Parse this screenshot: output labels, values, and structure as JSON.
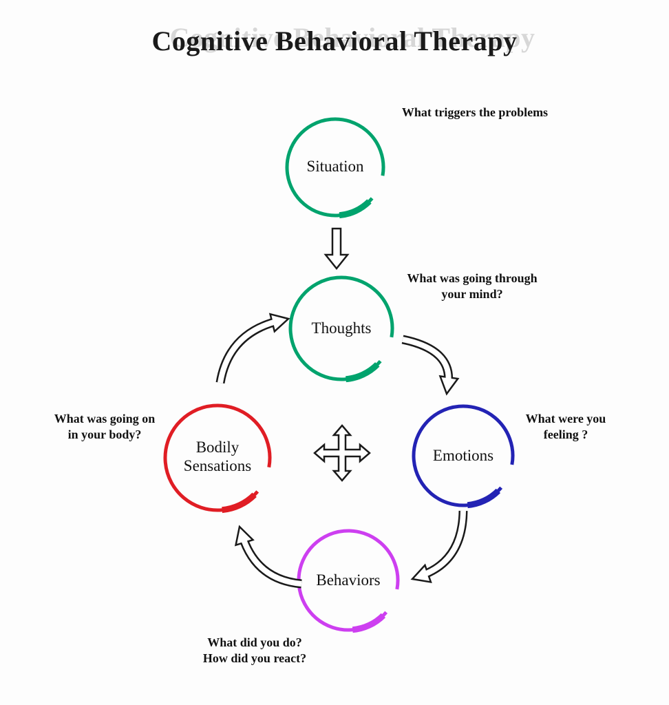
{
  "title": "Cognitive Behavioral Therapy",
  "center_icon": "four-direction-arrows",
  "nodes": [
    {
      "label": "Situation",
      "color": "#00a36d",
      "annotation": "What triggers the problems"
    },
    {
      "label": "Thoughts",
      "color": "#00a36d",
      "annotation": "What was going through\nyour mind?"
    },
    {
      "label": "Bodily\nSensations",
      "color": "#e01d24",
      "annotation": "What was going on\nin your body?"
    },
    {
      "label": "Emotions",
      "color": "#2323b4",
      "annotation": "What were you\nfeeling ?"
    },
    {
      "label": "Behaviors",
      "color": "#cd3ff0",
      "annotation": "What did you do?\nHow did you react?"
    }
  ]
}
